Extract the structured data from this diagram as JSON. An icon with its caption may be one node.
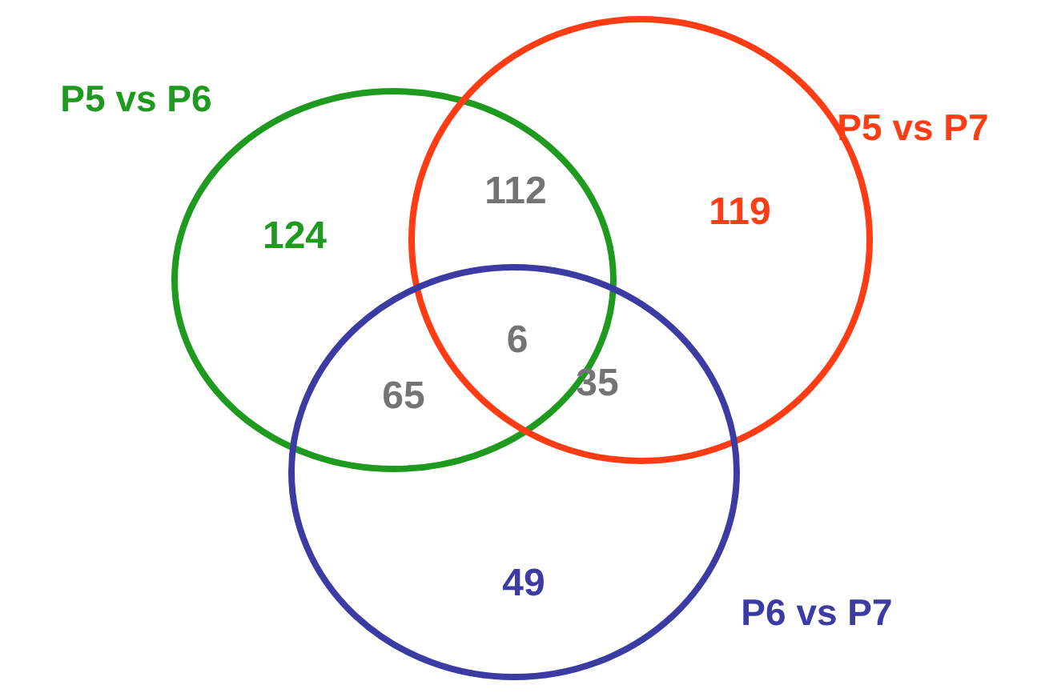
{
  "diagram": {
    "nodes": [
      {
        "text": [
          "P5 vs P6"
        ]
      },
      {
        "text": [
          "P5 vs P7"
        ]
      },
      {
        "text": [
          "P6 vs P7"
        ]
      }
    ],
    "labels": [
      "124",
      "112",
      "119",
      "6",
      "65",
      "35",
      "49"
    ]
  }
}
